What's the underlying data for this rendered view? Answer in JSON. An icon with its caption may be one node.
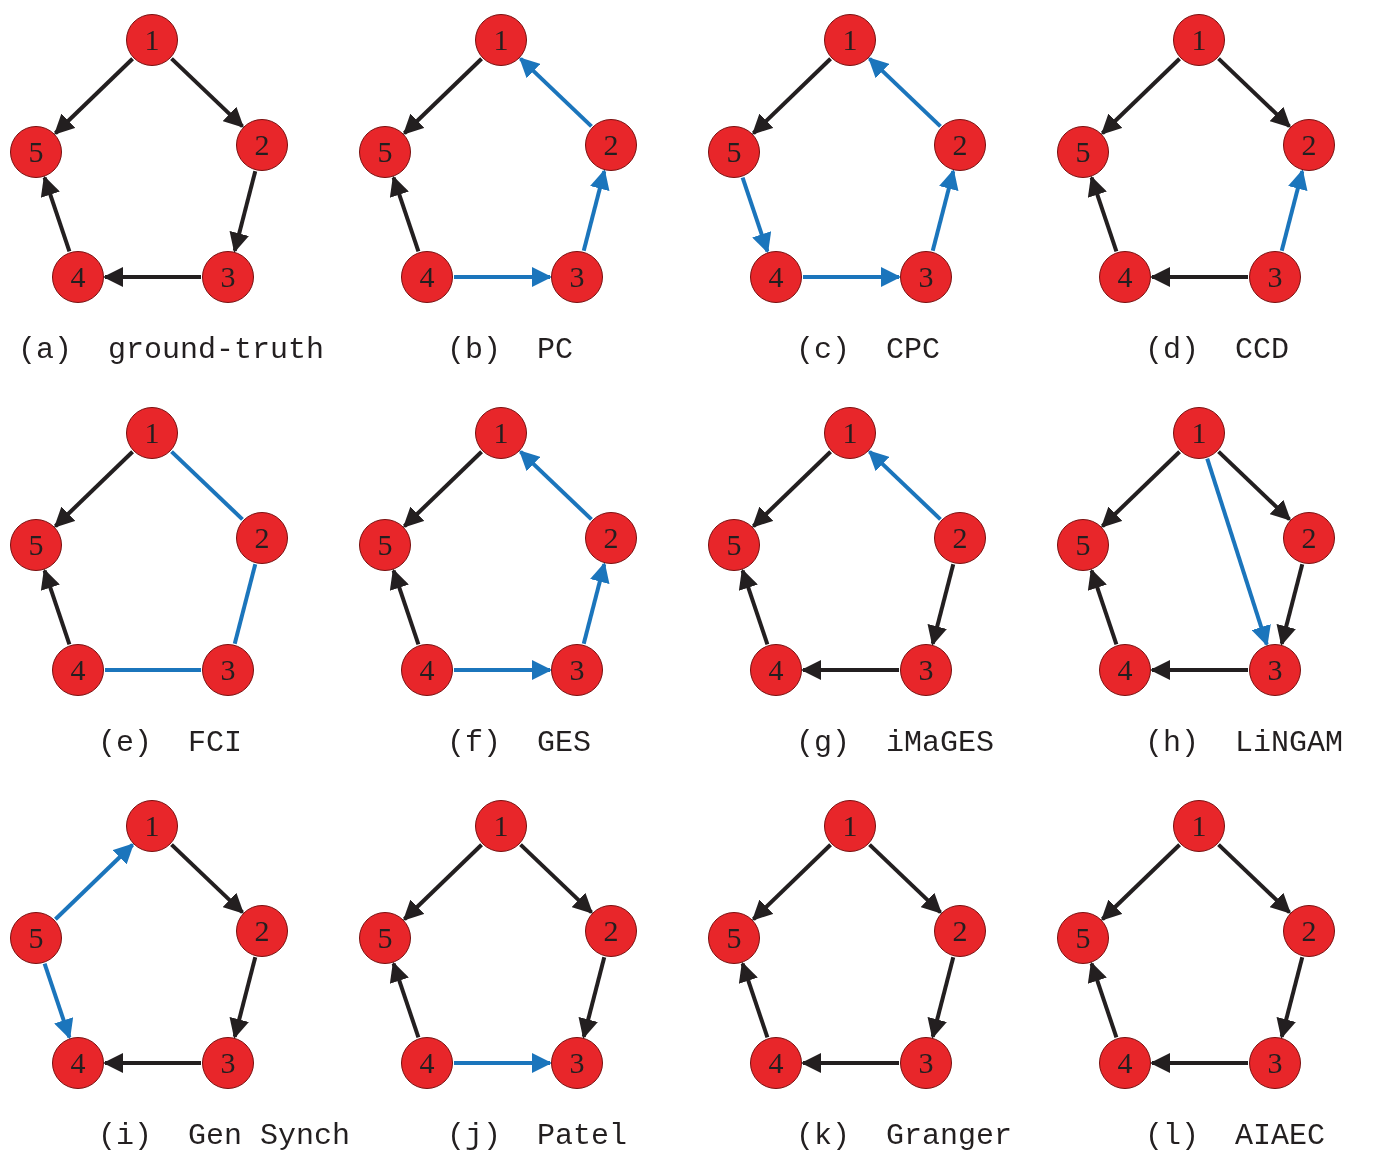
{
  "diagram": {
    "nodes": [
      {
        "text": [
          "1"
        ]
      },
      {
        "text": [
          "5"
        ]
      },
      {
        "text": [
          "2"
        ]
      },
      {
        "text": [
          "4"
        ]
      },
      {
        "text": [
          "3"
        ]
      },
      {
        "text": [
          "1"
        ]
      },
      {
        "text": [
          "5"
        ]
      },
      {
        "text": [
          "2"
        ]
      },
      {
        "text": [
          "4"
        ]
      },
      {
        "text": [
          "3"
        ]
      },
      {
        "text": [
          "1"
        ]
      },
      {
        "text": [
          "5"
        ]
      },
      {
        "text": [
          "2"
        ]
      },
      {
        "text": [
          "4"
        ]
      },
      {
        "text": [
          "3"
        ]
      },
      {
        "text": [
          "1"
        ]
      },
      {
        "text": [
          "5"
        ]
      },
      {
        "text": [
          "2"
        ]
      },
      {
        "text": [
          "4"
        ]
      },
      {
        "text": [
          "3"
        ]
      },
      {
        "text": [
          "1"
        ]
      },
      {
        "text": [
          "5"
        ]
      },
      {
        "text": [
          "2"
        ]
      },
      {
        "text": [
          "4"
        ]
      },
      {
        "text": [
          "3"
        ]
      },
      {
        "text": [
          "1"
        ]
      },
      {
        "text": [
          "5"
        ]
      },
      {
        "text": [
          "2"
        ]
      },
      {
        "text": [
          "4"
        ]
      },
      {
        "text": [
          "3"
        ]
      },
      {
        "text": [
          "1"
        ]
      },
      {
        "text": [
          "5"
        ]
      },
      {
        "text": [
          "2"
        ]
      },
      {
        "text": [
          "4"
        ]
      },
      {
        "text": [
          "3"
        ]
      },
      {
        "text": [
          "1"
        ]
      },
      {
        "text": [
          "5"
        ]
      },
      {
        "text": [
          "2"
        ]
      },
      {
        "text": [
          "4"
        ]
      },
      {
        "text": [
          "3"
        ]
      },
      {
        "text": [
          "1"
        ]
      },
      {
        "text": [
          "5"
        ]
      },
      {
        "text": [
          "2"
        ]
      },
      {
        "text": [
          "4"
        ]
      },
      {
        "text": [
          "3"
        ]
      },
      {
        "text": [
          "1"
        ]
      },
      {
        "text": [
          "5"
        ]
      },
      {
        "text": [
          "2"
        ]
      },
      {
        "text": [
          "4"
        ]
      },
      {
        "text": [
          "3"
        ]
      },
      {
        "text": [
          "1"
        ]
      },
      {
        "text": [
          "5"
        ]
      },
      {
        "text": [
          "2"
        ]
      },
      {
        "text": [
          "4"
        ]
      },
      {
        "text": [
          "3"
        ]
      },
      {
        "text": [
          "1"
        ]
      },
      {
        "text": [
          "5"
        ]
      },
      {
        "text": [
          "2"
        ]
      },
      {
        "text": [
          "4"
        ]
      },
      {
        "text": [
          "3"
        ]
      }
    ],
    "edges": [
      {
        "from": 0,
        "to": 1,
        "arrow": "to"
      },
      {
        "from": 0,
        "to": 2,
        "arrow": "to"
      },
      {
        "from": 2,
        "to": 4,
        "arrow": "to"
      },
      {
        "from": 4,
        "to": 3,
        "arrow": "to"
      },
      {
        "from": 3,
        "to": 1,
        "arrow": "to"
      },
      {
        "from": 5,
        "to": 6,
        "arrow": "to"
      },
      {
        "from": 7,
        "to": 5,
        "arrow": "to",
        "color": "#1b75bc"
      },
      {
        "from": 8,
        "to": 6,
        "arrow": "to"
      },
      {
        "from": 8,
        "to": 9,
        "arrow": "to",
        "color": "#1b75bc"
      },
      {
        "from": 9,
        "to": 7,
        "arrow": "to",
        "color": "#1b75bc"
      },
      {
        "from": 10,
        "to": 11,
        "arrow": "to"
      },
      {
        "from": 12,
        "to": 10,
        "arrow": "to",
        "color": "#1b75bc"
      },
      {
        "from": 11,
        "to": 13,
        "arrow": "to",
        "color": "#1b75bc"
      },
      {
        "from": 13,
        "to": 14,
        "arrow": "to",
        "color": "#1b75bc"
      },
      {
        "from": 14,
        "to": 12,
        "arrow": "to",
        "color": "#1b75bc"
      },
      {
        "from": 15,
        "to": 16,
        "arrow": "to"
      },
      {
        "from": 15,
        "to": 17,
        "arrow": "to"
      },
      {
        "from": 19,
        "to": 18,
        "arrow": "to"
      },
      {
        "from": 18,
        "to": 16,
        "arrow": "to"
      },
      {
        "from": 19,
        "to": 17,
        "arrow": "to",
        "color": "#1b75bc"
      },
      {
        "from": 20,
        "to": 21,
        "arrow": "to"
      },
      {
        "from": 20,
        "to": 22,
        "arrow": "none",
        "color": "#1b75bc"
      },
      {
        "from": 22,
        "to": 24,
        "arrow": "none",
        "color": "#1b75bc"
      },
      {
        "from": 23,
        "to": 24,
        "arrow": "none",
        "color": "#1b75bc"
      },
      {
        "from": 23,
        "to": 21,
        "arrow": "to"
      },
      {
        "from": 25,
        "to": 26,
        "arrow": "to"
      },
      {
        "from": 27,
        "to": 25,
        "arrow": "to",
        "color": "#1b75bc"
      },
      {
        "from": 28,
        "to": 26,
        "arrow": "to"
      },
      {
        "from": 28,
        "to": 29,
        "arrow": "to",
        "color": "#1b75bc"
      },
      {
        "from": 29,
        "to": 27,
        "arrow": "to",
        "color": "#1b75bc"
      },
      {
        "from": 30,
        "to": 31,
        "arrow": "to"
      },
      {
        "from": 32,
        "to": 30,
        "arrow": "to",
        "color": "#1b75bc"
      },
      {
        "from": 32,
        "to": 34,
        "arrow": "to"
      },
      {
        "from": 34,
        "to": 33,
        "arrow": "to"
      },
      {
        "from": 33,
        "to": 31,
        "arrow": "to"
      },
      {
        "from": 35,
        "to": 36,
        "arrow": "to"
      },
      {
        "from": 35,
        "to": 37,
        "arrow": "to"
      },
      {
        "from": 37,
        "to": 39,
        "arrow": "to"
      },
      {
        "from": 35,
        "to": 39,
        "arrow": "to",
        "color": "#1b75bc"
      },
      {
        "from": 39,
        "to": 38,
        "arrow": "to"
      },
      {
        "from": 38,
        "to": 36,
        "arrow": "to"
      },
      {
        "from": 41,
        "to": 40,
        "arrow": "to",
        "color": "#1b75bc"
      },
      {
        "from": 40,
        "to": 42,
        "arrow": "to"
      },
      {
        "from": 42,
        "to": 44,
        "arrow": "to"
      },
      {
        "from": 44,
        "to": 43,
        "arrow": "to"
      },
      {
        "from": 41,
        "to": 43,
        "arrow": "to",
        "color": "#1b75bc"
      },
      {
        "from": 45,
        "to": 46,
        "arrow": "to"
      },
      {
        "from": 45,
        "to": 47,
        "arrow": "to"
      },
      {
        "from": 47,
        "to": 49,
        "arrow": "to"
      },
      {
        "from": 48,
        "to": 49,
        "arrow": "to",
        "color": "#1b75bc"
      },
      {
        "from": 48,
        "to": 46,
        "arrow": "to"
      },
      {
        "from": 50,
        "to": 51,
        "arrow": "to"
      },
      {
        "from": 50,
        "to": 52,
        "arrow": "to"
      },
      {
        "from": 52,
        "to": 54,
        "arrow": "to"
      },
      {
        "from": 54,
        "to": 53,
        "arrow": "to"
      },
      {
        "from": 53,
        "to": 51,
        "arrow": "to"
      },
      {
        "from": 55,
        "to": 56,
        "arrow": "to"
      },
      {
        "from": 55,
        "to": 57,
        "arrow": "to"
      },
      {
        "from": 57,
        "to": 59,
        "arrow": "to"
      },
      {
        "from": 59,
        "to": 58,
        "arrow": "to"
      },
      {
        "from": 58,
        "to": 56,
        "arrow": "to"
      }
    ],
    "labels": [
      "(a)  ground-truth",
      "(b)  PC",
      "(c)  CPC",
      "(d)  CCD",
      "(e)  FCI",
      "(f)  GES",
      "(g)  iMaGES",
      "(h)  LiNGAM",
      "(i)  Gen Synch",
      "(j)  Patel",
      "(k)  Granger",
      "(l)  AIAEC"
    ]
  }
}
